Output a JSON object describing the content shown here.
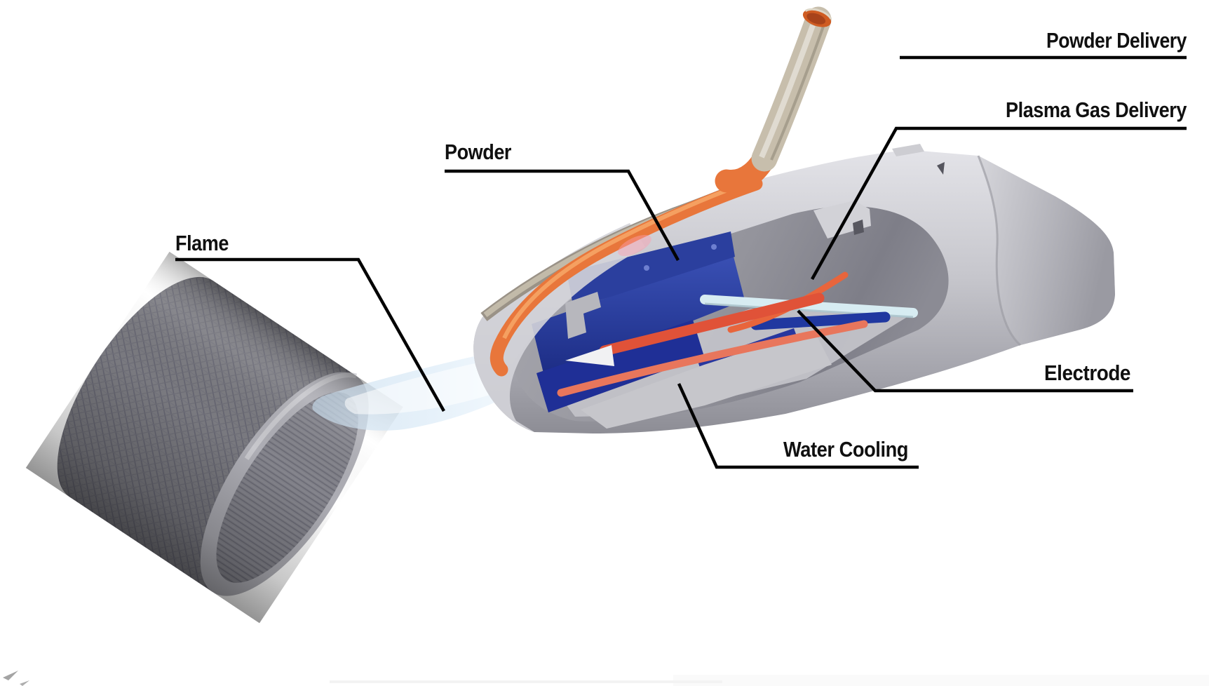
{
  "figure": {
    "type": "technical-diagram",
    "subject": "Plasma spray torch cross-section with workpiece",
    "background": "#ffffff",
    "labels": {
      "powder_delivery": "Powder Delivery",
      "plasma_gas_delivery": "Plasma Gas Delivery",
      "powder": "Powder",
      "flame": "Flame",
      "electrode": "Electrode",
      "water_cooling": "Water Cooling"
    },
    "colors": {
      "label_text": "#101010",
      "leader_line": "#030303",
      "torch_body_grey": "#c9c9ce",
      "torch_cavity_grey": "#94949c",
      "powder_tube_orange": "#e8763b",
      "delivery_tube_tan": "#c7beac",
      "delivery_tube_tip_orange": "#cf5c22",
      "water_cooling_blue": "#2b3f9e",
      "water_cooling_navy": "#1f2f96",
      "electrode_red": "#e05238",
      "electrode_holder_lightblue": "#d7ecf2",
      "flame_blue": "#d8eaf6",
      "flame_glow": "#ffffff",
      "workpiece_grey": "#7a7a80"
    }
  }
}
